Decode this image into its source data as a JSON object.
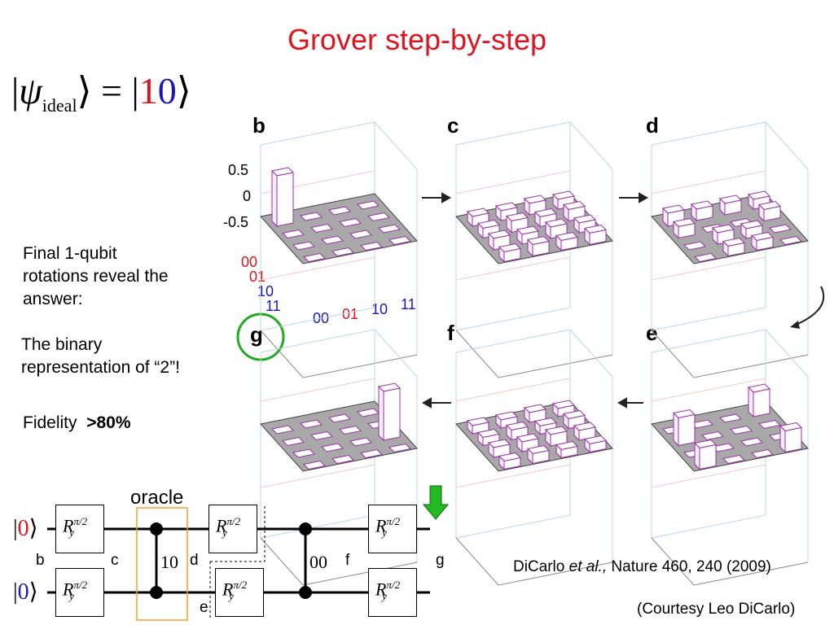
{
  "title": "Grover step-by-step",
  "ideal_state": {
    "symbol": "ψ",
    "subscript": "ideal",
    "equals": "=",
    "bit1": "1",
    "bit2": "0"
  },
  "notes": {
    "line1": "Final 1-qubit",
    "line2": "rotations reveal the",
    "line3": "answer:",
    "binary1": "The binary",
    "binary2": "representation of “2”!",
    "fidelity_label": "Fidelity",
    "fidelity_value": ">80%"
  },
  "panels": {
    "b": "b",
    "c": "c",
    "d": "d",
    "e": "e",
    "f": "f",
    "g": "g",
    "z_ticks": [
      "0.5",
      "0",
      "-0.5"
    ],
    "row_labels": [
      "00",
      "01",
      "10",
      "11"
    ],
    "col_labels": [
      "00",
      "01",
      "10",
      "11"
    ]
  },
  "circuit": {
    "input_top": "0",
    "input_bottom": "0",
    "oracle_label": "oracle",
    "oracle_value": "10",
    "cz_value": "00",
    "gate_symbol": "R",
    "gate_sub": "y",
    "gate_sup": "π/2",
    "step_labels": {
      "b": "b",
      "c": "c",
      "d": "d",
      "e": "e",
      "f": "f",
      "g": "g"
    }
  },
  "colors": {
    "title": "#e0141e",
    "red_digit": "#e0141e",
    "blue_digit": "#1a1ab4",
    "bar_edge": "#9b2fa8",
    "green": "#22aa22",
    "oracle_box": "#f0a030"
  },
  "reference": {
    "authors": "DiCarlo",
    "etal": "et al.,",
    "journal": "Nature 460, 240 (2009)",
    "courtesy": "(Courtesy Leo DiCarlo)"
  }
}
